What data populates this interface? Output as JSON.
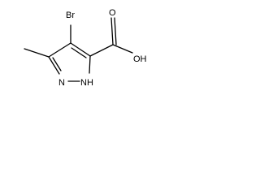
{
  "molecule": {
    "atoms": {
      "bromine": "Br",
      "ring_nitrogen": "N",
      "ring_nh": "NH",
      "carbonyl_oxygen": "O",
      "hydroxyl": "OH"
    }
  }
}
